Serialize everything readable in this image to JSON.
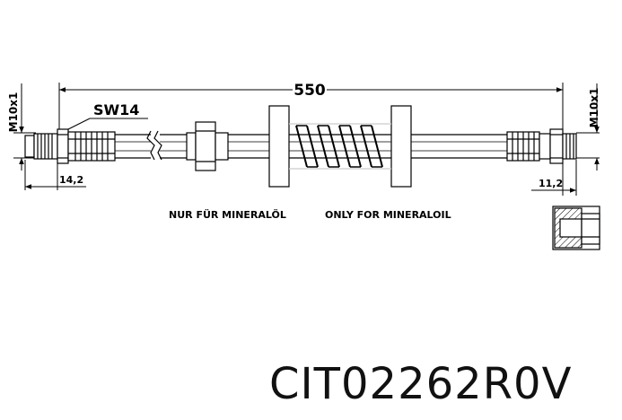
{
  "drawing": {
    "overall_length": "550",
    "wrench_size": "SW14",
    "thread_left": "M10x1",
    "thread_right": "M10x1",
    "dim_left": "14,2",
    "dim_right": "11,2",
    "note_de": "NUR FÜR MINERALÖL",
    "note_en": "ONLY FOR MINERALOIL"
  },
  "part_number": "CIT02262R0V"
}
